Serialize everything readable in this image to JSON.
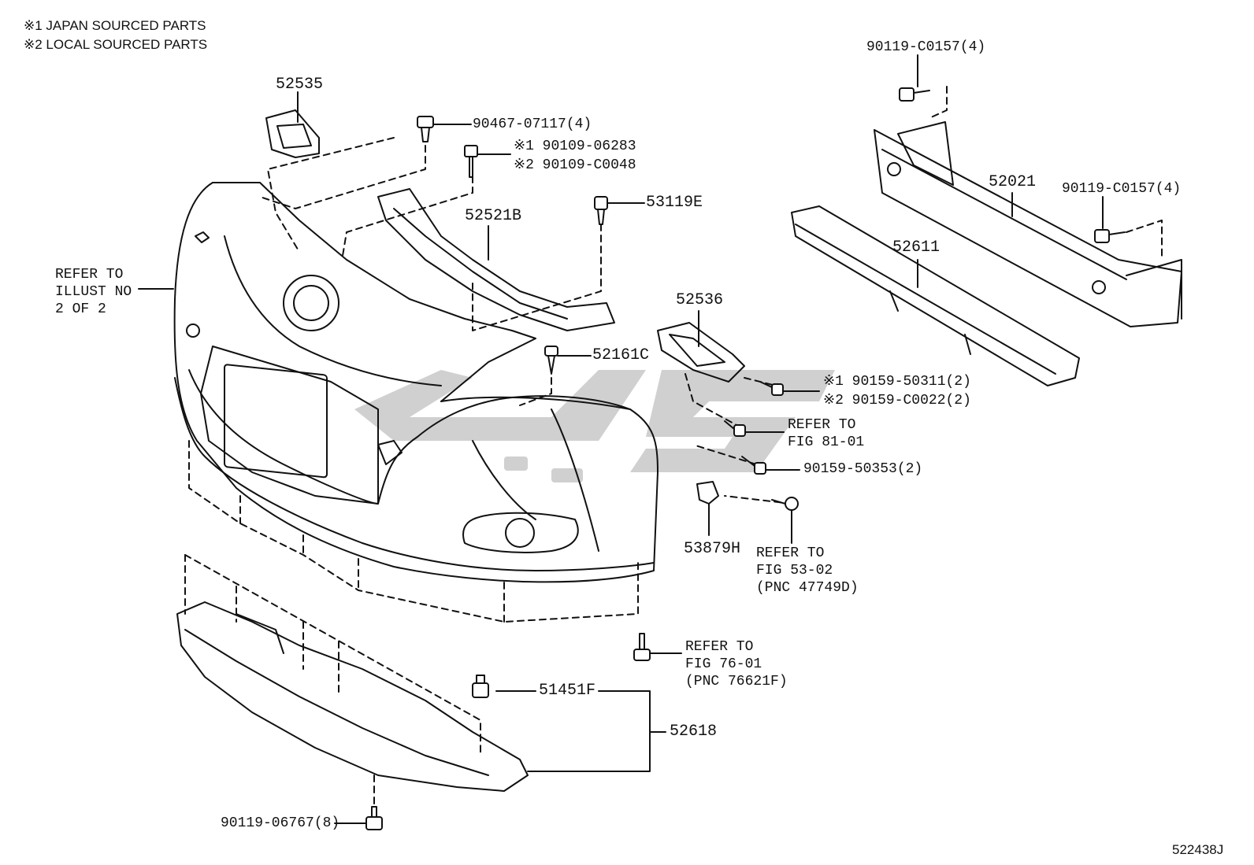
{
  "notes": {
    "japan": "※1 JAPAN SOURCED PARTS",
    "local": "※2 LOCAL SOURCED PARTS"
  },
  "labels": {
    "p52535": "52535",
    "p90467": "90467-07117(4)",
    "p90109a": "※1 90109-06283",
    "p90109b": "※2 90109-C0048",
    "p53119e": "53119E",
    "p52521b": "52521B",
    "refer_illust": "REFER TO\nILLUST NO\n2 OF 2",
    "p52161c": "52161C",
    "p52536": "52536",
    "p90159a": "※1 90159-50311(2)",
    "p90159b": "※2 90159-C0022(2)",
    "refer_81": "REFER TO\nFIG 81-01",
    "p90159c": "90159-50353(2)",
    "p53879h": "53879H",
    "refer_53": "REFER TO\nFIG 53-02\n(PNC 47749D)",
    "refer_76": "REFER TO\nFIG 76-01\n(PNC 76621F)",
    "p51451f": "51451F",
    "p52618": "52618",
    "p90119_06767": "90119-06767(8)",
    "p90119_top": "90119-C0157(4)",
    "p52021": "52021",
    "p90119_right": "90119-C0157(4)",
    "p52611": "52611"
  },
  "illustration_id": "522438J",
  "watermark_color": "#c8c8c8",
  "line_color": "#111111"
}
